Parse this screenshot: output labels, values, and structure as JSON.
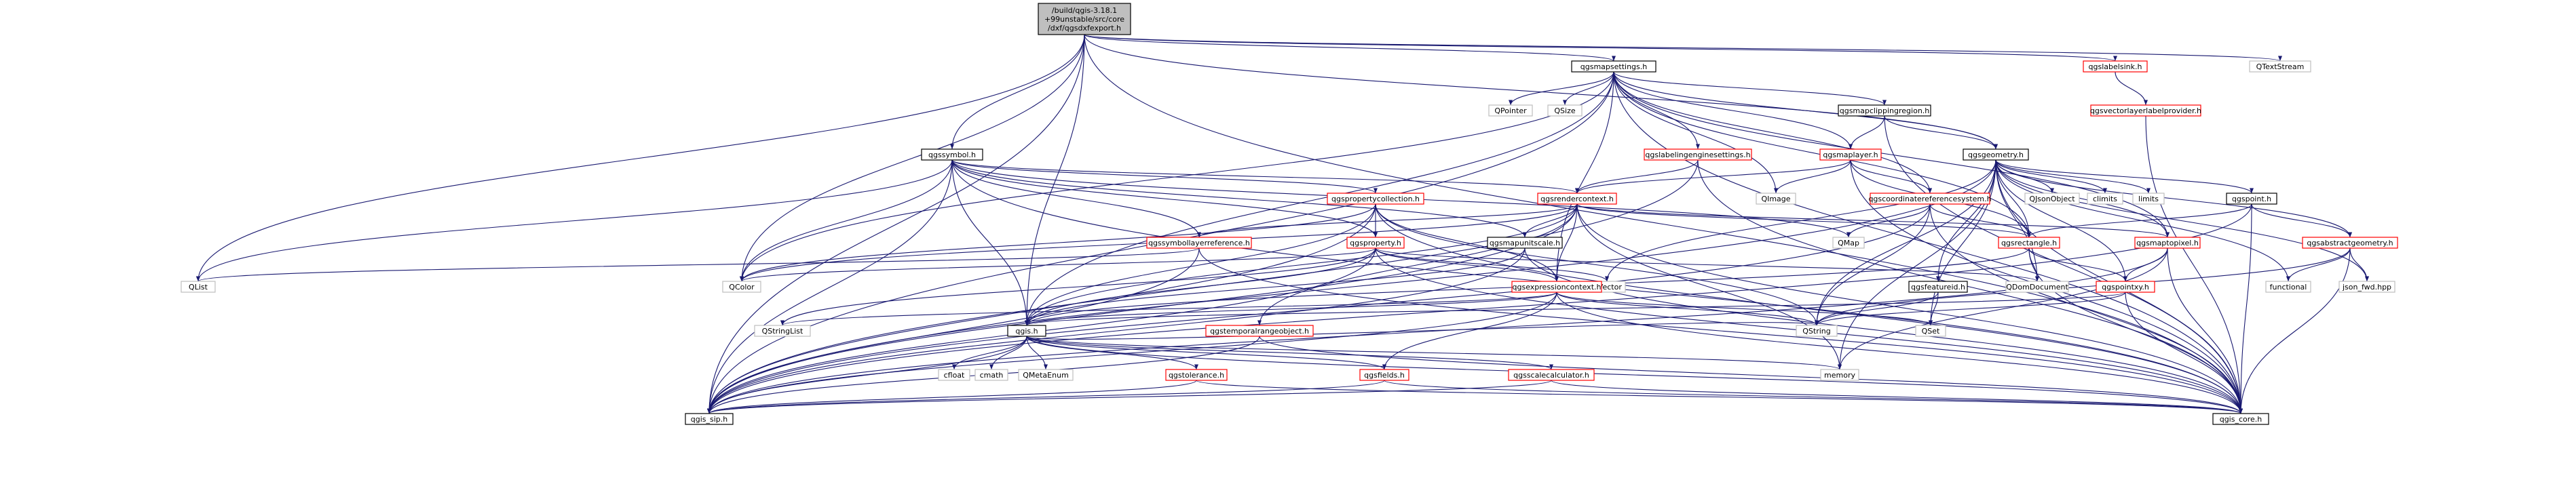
{
  "colors": {
    "edge": "#191970",
    "root_fill": "#bfbfbf",
    "root_border": "#000000",
    "doc_border": "#000000",
    "red_border": "#ff0000",
    "external_border": "#bfbfbf"
  },
  "nodes": [
    {
      "id": "root",
      "lines": [
        "/build/qgis-3.18.1",
        "+99unstable/src/core",
        "/dxf/qgsdxfexport.h"
      ],
      "kind": "root"
    },
    {
      "id": "qgsmapsettings",
      "lines": [
        "qgsmapsettings.h"
      ],
      "kind": "documented"
    },
    {
      "id": "qgslabelsink",
      "lines": [
        "qgslabelsink.h"
      ],
      "kind": "incomplete"
    },
    {
      "id": "qtextstream",
      "lines": [
        "QTextStream"
      ],
      "kind": "external"
    },
    {
      "id": "qgsvectorlayerlabelprovider",
      "lines": [
        "qgsvectorlayerlabelprovider.h"
      ],
      "kind": "incomplete"
    },
    {
      "id": "qpointer",
      "lines": [
        "QPointer"
      ],
      "kind": "external"
    },
    {
      "id": "qsize",
      "lines": [
        "QSize"
      ],
      "kind": "external"
    },
    {
      "id": "qgsmapclippingregion",
      "lines": [
        "qgsmapclippingregion.h"
      ],
      "kind": "documented"
    },
    {
      "id": "qgslabelingenginesettings",
      "lines": [
        "qgslabelingenginesettings.h"
      ],
      "kind": "incomplete"
    },
    {
      "id": "qgsmaplayer",
      "lines": [
        "qgsmaplayer.h"
      ],
      "kind": "incomplete"
    },
    {
      "id": "qgsgeometry",
      "lines": [
        "qgsgeometry.h"
      ],
      "kind": "documented"
    },
    {
      "id": "qgssymbol",
      "lines": [
        "qgssymbol.h"
      ],
      "kind": "documented"
    },
    {
      "id": "qgspropertycollection",
      "lines": [
        "qgspropertycollection.h"
      ],
      "kind": "incomplete"
    },
    {
      "id": "qgsrendercontext",
      "lines": [
        "qgsrendercontext.h"
      ],
      "kind": "incomplete"
    },
    {
      "id": "qimage",
      "lines": [
        "QImage"
      ],
      "kind": "external"
    },
    {
      "id": "qgscoordinatereferencesystem",
      "lines": [
        "qgscoordinatereferencesystem.h"
      ],
      "kind": "incomplete"
    },
    {
      "id": "qjsonobject",
      "lines": [
        "QJsonObject"
      ],
      "kind": "external"
    },
    {
      "id": "climits",
      "lines": [
        "climits"
      ],
      "kind": "external"
    },
    {
      "id": "limits",
      "lines": [
        "limits"
      ],
      "kind": "external"
    },
    {
      "id": "qgspoint",
      "lines": [
        "qgspoint.h"
      ],
      "kind": "documented"
    },
    {
      "id": "qgsmapunitscale",
      "lines": [
        "qgsmapunitscale.h"
      ],
      "kind": "documented"
    },
    {
      "id": "qmap",
      "lines": [
        "QMap"
      ],
      "kind": "external"
    },
    {
      "id": "qgsrectangle",
      "lines": [
        "qgsrectangle.h"
      ],
      "kind": "incomplete"
    },
    {
      "id": "qgsmaptopixel",
      "lines": [
        "qgsmaptopixel.h"
      ],
      "kind": "incomplete"
    },
    {
      "id": "qgsabstractgeometry",
      "lines": [
        "qgsabstractgeometry.h"
      ],
      "kind": "incomplete"
    },
    {
      "id": "qgssymbollayerreference",
      "lines": [
        "qgssymbollayerreference.h"
      ],
      "kind": "incomplete"
    },
    {
      "id": "qgsproperty",
      "lines": [
        "qgsproperty.h"
      ],
      "kind": "incomplete"
    },
    {
      "id": "qlist",
      "lines": [
        "QList"
      ],
      "kind": "external"
    },
    {
      "id": "qcolor",
      "lines": [
        "QColor"
      ],
      "kind": "external"
    },
    {
      "id": "qvector",
      "lines": [
        "QVector"
      ],
      "kind": "external"
    },
    {
      "id": "qgsexpressioncontext",
      "lines": [
        "qgsexpressioncontext.h"
      ],
      "kind": "incomplete"
    },
    {
      "id": "qdomdocument",
      "lines": [
        "QDomDocument"
      ],
      "kind": "external"
    },
    {
      "id": "qgsfeatureid",
      "lines": [
        "qgsfeatureid.h"
      ],
      "kind": "documented"
    },
    {
      "id": "qgspointxy",
      "lines": [
        "qgspointxy.h"
      ],
      "kind": "incomplete"
    },
    {
      "id": "functional",
      "lines": [
        "functional"
      ],
      "kind": "external"
    },
    {
      "id": "json_fwd",
      "lines": [
        "json_fwd.hpp"
      ],
      "kind": "external"
    },
    {
      "id": "qstringlist",
      "lines": [
        "QStringList"
      ],
      "kind": "external"
    },
    {
      "id": "qgstemporalrangeobject",
      "lines": [
        "qgstemporalrangeobject.h"
      ],
      "kind": "incomplete"
    },
    {
      "id": "qstring",
      "lines": [
        "QString"
      ],
      "kind": "external"
    },
    {
      "id": "qset",
      "lines": [
        "QSet"
      ],
      "kind": "external"
    },
    {
      "id": "qgis",
      "lines": [
        "qgis.h"
      ],
      "kind": "documented"
    },
    {
      "id": "cfloat",
      "lines": [
        "cfloat"
      ],
      "kind": "external"
    },
    {
      "id": "cmath",
      "lines": [
        "cmath"
      ],
      "kind": "external"
    },
    {
      "id": "qmetaenum",
      "lines": [
        "QMetaEnum"
      ],
      "kind": "external"
    },
    {
      "id": "qgstolerance",
      "lines": [
        "qgstolerance.h"
      ],
      "kind": "incomplete"
    },
    {
      "id": "qgsfields",
      "lines": [
        "qgsfields.h"
      ],
      "kind": "incomplete"
    },
    {
      "id": "qgsscalecalculator",
      "lines": [
        "qgsscalecalculator.h"
      ],
      "kind": "incomplete"
    },
    {
      "id": "memory",
      "lines": [
        "memory"
      ],
      "kind": "external"
    },
    {
      "id": "qgis_sip",
      "lines": [
        "qgis_sip.h"
      ],
      "kind": "documented"
    },
    {
      "id": "qgis_core",
      "lines": [
        "qgis_core.h"
      ],
      "kind": "documented"
    }
  ],
  "edges": [
    [
      "root",
      "qgsmapsettings"
    ],
    [
      "root",
      "qgslabelsink"
    ],
    [
      "root",
      "qtextstream"
    ],
    [
      "root",
      "qgsgeometry"
    ],
    [
      "root",
      "qgssymbol"
    ],
    [
      "root",
      "qgis_core"
    ],
    [
      "root",
      "qgis_sip"
    ],
    [
      "root",
      "qlist"
    ],
    [
      "root",
      "qcolor"
    ],
    [
      "root",
      "qgis"
    ],
    [
      "qgsmapsettings",
      "qpointer"
    ],
    [
      "qgsmapsettings",
      "qsize"
    ],
    [
      "qgsmapsettings",
      "qgsmapclippingregion"
    ],
    [
      "qgsmapsettings",
      "qgslabelingenginesettings"
    ],
    [
      "qgsmapsettings",
      "qgsmaplayer"
    ],
    [
      "qgsmapsettings",
      "qgsgeometry"
    ],
    [
      "qgsmapsettings",
      "qimage"
    ],
    [
      "qgsmapsettings",
      "qgscoordinatereferencesystem"
    ],
    [
      "qgsmapsettings",
      "qgsrectangle"
    ],
    [
      "qgsmapsettings",
      "qgsmaptopixel"
    ],
    [
      "qgsmapsettings",
      "qgsexpressioncontext"
    ],
    [
      "qgsmapsettings",
      "qcolor"
    ],
    [
      "qgsmapsettings",
      "qgis_core"
    ],
    [
      "qgsmapsettings",
      "qgis_sip"
    ],
    [
      "qgsmapsettings",
      "qgis"
    ],
    [
      "qgslabelsink",
      "qgsvectorlayerlabelprovider"
    ],
    [
      "qgsvectorlayerlabelprovider",
      "qgis_core"
    ],
    [
      "qgsmapclippingregion",
      "qgsmaplayer"
    ],
    [
      "qgsmapclippingregion",
      "qgsgeometry"
    ],
    [
      "qgsmapclippingregion",
      "qgis_core"
    ],
    [
      "qgslabelingenginesettings",
      "qgsrendercontext"
    ],
    [
      "qgslabelingenginesettings",
      "qgis_core"
    ],
    [
      "qgslabelingenginesettings",
      "qgis_sip"
    ],
    [
      "qgsmaplayer",
      "qgsrendercontext"
    ],
    [
      "qgsmaplayer",
      "qimage"
    ],
    [
      "qgsmaplayer",
      "qgscoordinatereferencesystem"
    ],
    [
      "qgsmaplayer",
      "qgsrectangle"
    ],
    [
      "qgsmaplayer",
      "qgis_core"
    ],
    [
      "qgsgeometry",
      "qjsonobject"
    ],
    [
      "qgsgeometry",
      "climits"
    ],
    [
      "qgsgeometry",
      "limits"
    ],
    [
      "qgsgeometry",
      "qgspoint"
    ],
    [
      "qgsgeometry",
      "qgsabstractgeometry"
    ],
    [
      "qgsgeometry",
      "qgsrectangle"
    ],
    [
      "qgsgeometry",
      "qgsmaptopixel"
    ],
    [
      "qgsgeometry",
      "qgsfeatureid"
    ],
    [
      "qgsgeometry",
      "qgspointxy"
    ],
    [
      "qgsgeometry",
      "functional"
    ],
    [
      "qgsgeometry",
      "json_fwd"
    ],
    [
      "qgsgeometry",
      "qdomdocument"
    ],
    [
      "qgsgeometry",
      "qvector"
    ],
    [
      "qgsgeometry",
      "qset"
    ],
    [
      "qgsgeometry",
      "memory"
    ],
    [
      "qgsgeometry",
      "qgis_core"
    ],
    [
      "qgsgeometry",
      "qgis_sip"
    ],
    [
      "qgsgeometry",
      "qstring"
    ],
    [
      "qgssymbol",
      "qgspropertycollection"
    ],
    [
      "qgssymbol",
      "qgsrendercontext"
    ],
    [
      "qgssymbol",
      "qgsmapunitscale"
    ],
    [
      "qgssymbol",
      "qgssymbollayerreference"
    ],
    [
      "qgssymbol",
      "qgsproperty"
    ],
    [
      "qgssymbol",
      "qlist"
    ],
    [
      "qgssymbol",
      "qmap"
    ],
    [
      "qgssymbol",
      "qgis_core"
    ],
    [
      "qgssymbol",
      "qgis_sip"
    ],
    [
      "qgssymbol",
      "qgis"
    ],
    [
      "qgssymbol",
      "qcolor"
    ],
    [
      "qgspropertycollection",
      "qgsproperty"
    ],
    [
      "qgspropertycollection",
      "qgsexpressioncontext"
    ],
    [
      "qgspropertycollection",
      "qcolor"
    ],
    [
      "qgspropertycollection",
      "qstring"
    ],
    [
      "qgspropertycollection",
      "qgis_core"
    ],
    [
      "qgspropertycollection",
      "qgis_sip"
    ],
    [
      "qgspropertycollection",
      "qgis"
    ],
    [
      "qgsrendercontext",
      "qgsmapunitscale"
    ],
    [
      "qgsrendercontext",
      "qgsrectangle"
    ],
    [
      "qgsrendercontext",
      "qgsmaptopixel"
    ],
    [
      "qgsrendercontext",
      "qgsexpressioncontext"
    ],
    [
      "qgsrendercontext",
      "qgssymbollayerreference"
    ],
    [
      "qgsrendercontext",
      "qcolor"
    ],
    [
      "qgsrendercontext",
      "memory"
    ],
    [
      "qgsrendercontext",
      "qgis_core"
    ],
    [
      "qgsrendercontext",
      "qgis_sip"
    ],
    [
      "qgsrendercontext",
      "qgstemporalrangeobject"
    ],
    [
      "qgsrendercontext",
      "qgis"
    ],
    [
      "qgscoordinatereferencesystem",
      "qmap"
    ],
    [
      "qgscoordinatereferencesystem",
      "qgsrectangle"
    ],
    [
      "qgscoordinatereferencesystem",
      "qstring"
    ],
    [
      "qgscoordinatereferencesystem",
      "qgis_core"
    ],
    [
      "qgscoordinatereferencesystem",
      "qgis_sip"
    ],
    [
      "qgspoint",
      "qgsabstractgeometry"
    ],
    [
      "qgspoint",
      "qgsrectangle"
    ],
    [
      "qgspoint",
      "qgis_core"
    ],
    [
      "qgspoint",
      "qgis_sip"
    ],
    [
      "qgsmapunitscale",
      "qgis_core"
    ],
    [
      "qgsmapunitscale",
      "qgis_sip"
    ],
    [
      "qgsmapunitscale",
      "qgis"
    ],
    [
      "qgsrectangle",
      "qdomdocument"
    ],
    [
      "qgsrectangle",
      "qgspointxy"
    ],
    [
      "qgsrectangle",
      "qgis_core"
    ],
    [
      "qgsrectangle",
      "qgis"
    ],
    [
      "qgsmaptopixel",
      "qgspointxy"
    ],
    [
      "qgsmaptopixel",
      "qgis_core"
    ],
    [
      "qgsmaptopixel",
      "qgis_sip"
    ],
    [
      "qgsmaptopixel",
      "memory"
    ],
    [
      "qgsabstractgeometry",
      "functional"
    ],
    [
      "qgsabstractgeometry",
      "json_fwd"
    ],
    [
      "qgsabstractgeometry",
      "qstring"
    ],
    [
      "qgsabstractgeometry",
      "qgis_core"
    ],
    [
      "qgssymbollayerreference",
      "qlist"
    ],
    [
      "qgssymbollayerreference",
      "qgis_core"
    ],
    [
      "qgssymbollayerreference",
      "qgis_sip"
    ],
    [
      "qgsproperty",
      "qvector"
    ],
    [
      "qgsproperty",
      "qcolor"
    ],
    [
      "qgsproperty",
      "qdomdocument"
    ],
    [
      "qgsproperty",
      "qgis_core"
    ],
    [
      "qgsproperty",
      "qgis_sip"
    ],
    [
      "qgsproperty",
      "qgis"
    ],
    [
      "qgsproperty",
      "qstringlist"
    ],
    [
      "qgsproperty",
      "qgsexpressioncontext"
    ],
    [
      "qgsexpressioncontext",
      "qstring"
    ],
    [
      "qgsexpressioncontext",
      "qstringlist"
    ],
    [
      "qgsexpressioncontext",
      "qset"
    ],
    [
      "qgsexpressioncontext",
      "qgis_core"
    ],
    [
      "qgsexpressioncontext",
      "qgis_sip"
    ],
    [
      "qgsexpressioncontext",
      "qgis"
    ],
    [
      "qgsexpressioncontext",
      "qgsfields"
    ],
    [
      "qgsfeatureid",
      "qset"
    ],
    [
      "qgsfeatureid",
      "qstring"
    ],
    [
      "qgspointxy",
      "qgis_core"
    ],
    [
      "qgspointxy",
      "qstring"
    ],
    [
      "qgspointxy",
      "qgis"
    ],
    [
      "qgstemporalrangeobject",
      "qgis_core"
    ],
    [
      "qgstemporalrangeobject",
      "qgis_sip"
    ],
    [
      "qgis",
      "cfloat"
    ],
    [
      "qgis",
      "cmath"
    ],
    [
      "qgis",
      "qmetaenum"
    ],
    [
      "qgis",
      "qgstolerance"
    ],
    [
      "qgis",
      "qgsfields"
    ],
    [
      "qgis",
      "qgsscalecalculator"
    ],
    [
      "qgis",
      "memory"
    ],
    [
      "qgis",
      "qgis_sip"
    ],
    [
      "qgis",
      "qgis_core"
    ],
    [
      "qgis",
      "qstring"
    ],
    [
      "qgstolerance",
      "qgis_core"
    ],
    [
      "qgstolerance",
      "qgis_sip"
    ],
    [
      "qgsfields",
      "qgis_core"
    ],
    [
      "qgsfields",
      "qgis_sip"
    ],
    [
      "qgsscalecalculator",
      "qgis_core"
    ],
    [
      "qgsscalecalculator",
      "qgis_sip"
    ]
  ]
}
